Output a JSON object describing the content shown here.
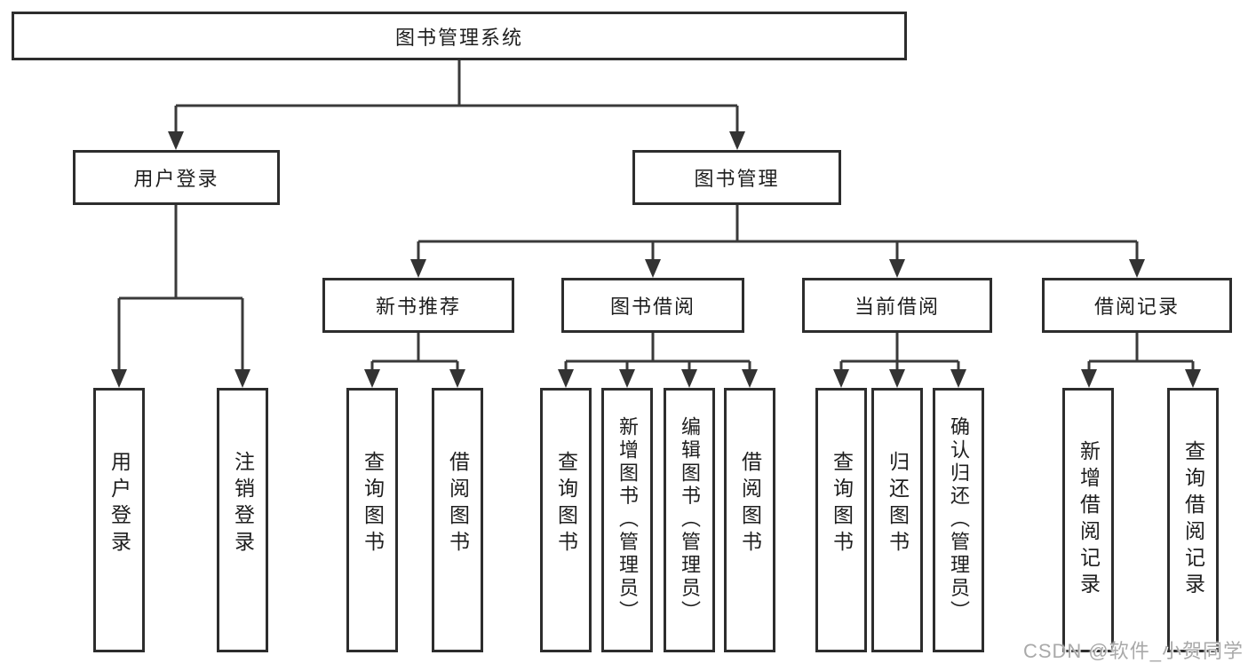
{
  "diagram": {
    "title": "图书管理系统",
    "root": {
      "label": "图书管理系统",
      "children": [
        {
          "label": "用户登录",
          "children": [
            {
              "label": "用户登录"
            },
            {
              "label": "注销登录"
            }
          ]
        },
        {
          "label": "图书管理",
          "children": [
            {
              "label": "新书推荐",
              "children": [
                {
                  "label": "查询图书"
                },
                {
                  "label": "借阅图书"
                }
              ]
            },
            {
              "label": "图书借阅",
              "children": [
                {
                  "label": "查询图书"
                },
                {
                  "label": "新增图书（管理员）"
                },
                {
                  "label": "编辑图书（管理员）"
                },
                {
                  "label": "借阅图书"
                }
              ]
            },
            {
              "label": "当前借阅",
              "children": [
                {
                  "label": "查询图书"
                },
                {
                  "label": "归还图书"
                },
                {
                  "label": "确认归还（管理员）"
                }
              ]
            },
            {
              "label": "借阅记录",
              "children": [
                {
                  "label": "新增借阅记录"
                },
                {
                  "label": "查询借阅记录"
                }
              ]
            }
          ]
        }
      ]
    }
  },
  "watermark": {
    "text": "CSDN @软件_小贺同学"
  },
  "colors": {
    "line": "#3a3a3a",
    "arrow": "#333333",
    "box_border": "#2d2d2d",
    "text": "#1e1e1e",
    "watermark": "#a9a9a9",
    "background": "#ffffff"
  }
}
